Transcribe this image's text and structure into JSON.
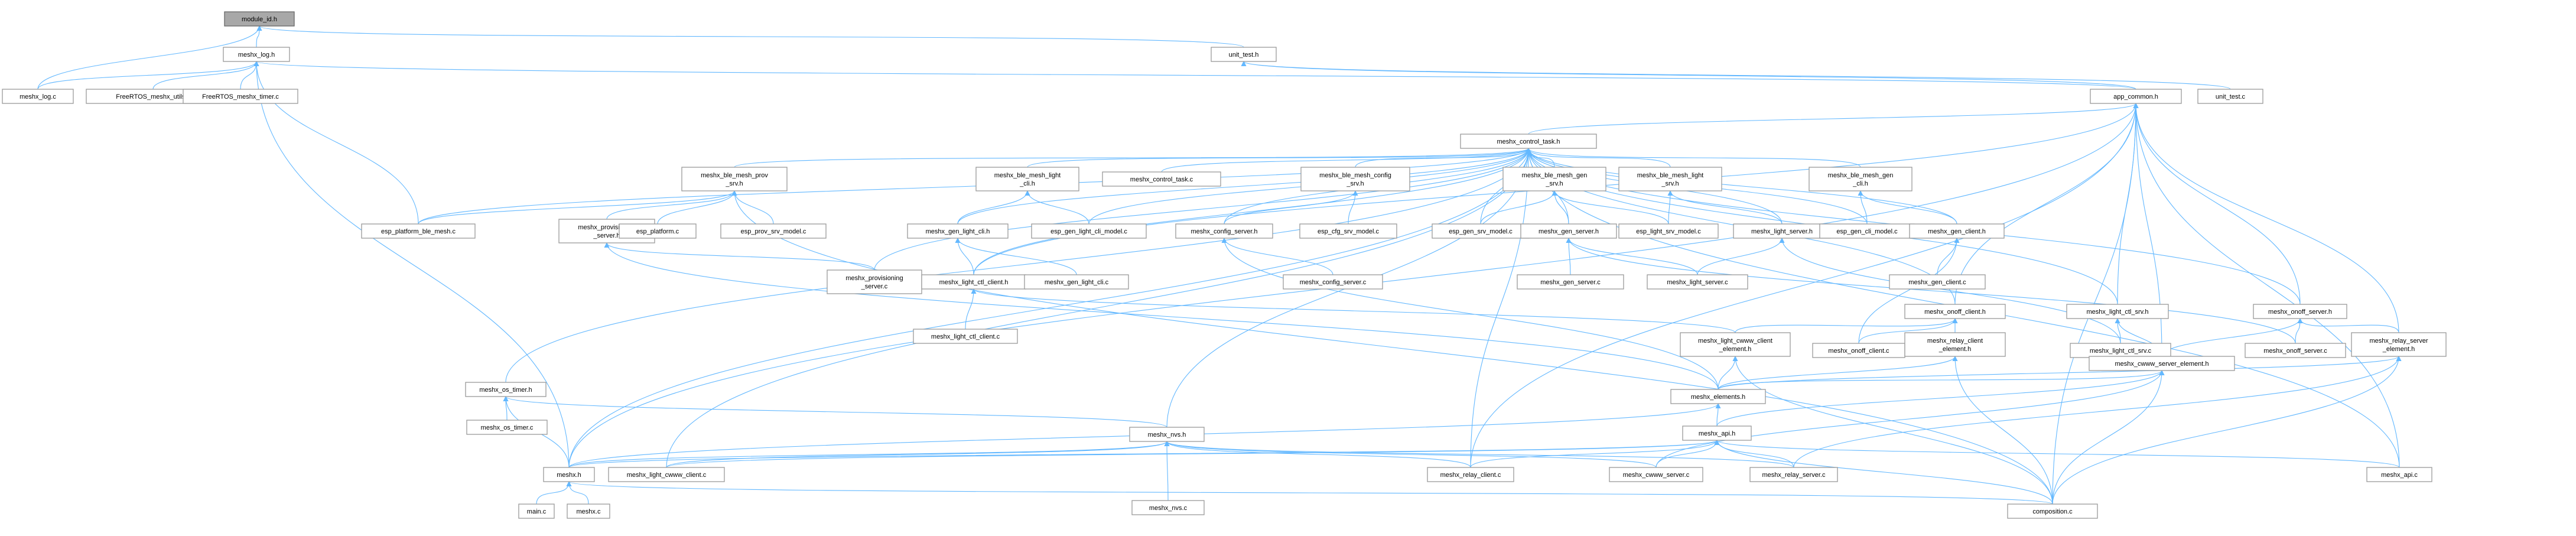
{
  "graph": {
    "kind": "include-dependency-graph",
    "colors": {
      "edge": "#63b8ff",
      "node_border": "#999999",
      "root_fill": "#a8a8a8",
      "node_fill": "#ffffff"
    },
    "root": "n0",
    "nodes": [
      {
        "id": "n0",
        "lines": [
          "module_id.h"
        ]
      },
      {
        "id": "n1",
        "lines": [
          "meshx_log.h"
        ]
      },
      {
        "id": "n2",
        "lines": [
          "unit_test.h"
        ]
      },
      {
        "id": "n3",
        "lines": [
          "meshx_log.c"
        ]
      },
      {
        "id": "n4",
        "lines": [
          "FreeRTOS_meshx_utils.c"
        ]
      },
      {
        "id": "n5",
        "lines": [
          "FreeRTOS_meshx_timer.c"
        ]
      },
      {
        "id": "n6",
        "lines": [
          "app_common.h"
        ]
      },
      {
        "id": "n7",
        "lines": [
          "unit_test.c"
        ]
      },
      {
        "id": "n8",
        "lines": [
          "meshx_control_task.h"
        ]
      },
      {
        "id": "n9",
        "lines": [
          "meshx_ble_mesh_prov",
          "_srv.h"
        ]
      },
      {
        "id": "n10",
        "lines": [
          "meshx_ble_mesh_light",
          "_cli.h"
        ]
      },
      {
        "id": "n11",
        "lines": [
          "meshx_control_task.c"
        ]
      },
      {
        "id": "n12",
        "lines": [
          "meshx_ble_mesh_config",
          "_srv.h"
        ]
      },
      {
        "id": "n13",
        "lines": [
          "meshx_ble_mesh_gen",
          "_srv.h"
        ]
      },
      {
        "id": "n14",
        "lines": [
          "meshx_ble_mesh_light",
          "_srv.h"
        ]
      },
      {
        "id": "n15",
        "lines": [
          "meshx_ble_mesh_gen",
          "_cli.h"
        ]
      },
      {
        "id": "n16",
        "lines": [
          "esp_platform_ble_mesh.c"
        ]
      },
      {
        "id": "n17",
        "lines": [
          "meshx_provisioning",
          "_server.h"
        ]
      },
      {
        "id": "n18",
        "lines": [
          "esp_platform.c"
        ]
      },
      {
        "id": "n19",
        "lines": [
          "esp_prov_srv_model.c"
        ]
      },
      {
        "id": "n20",
        "lines": [
          "meshx_gen_light_cli.h"
        ]
      },
      {
        "id": "n21",
        "lines": [
          "esp_gen_light_cli_model.c"
        ]
      },
      {
        "id": "n22",
        "lines": [
          "meshx_config_server.h"
        ]
      },
      {
        "id": "n23",
        "lines": [
          "esp_cfg_srv_model.c"
        ]
      },
      {
        "id": "n24",
        "lines": [
          "esp_gen_srv_model.c"
        ]
      },
      {
        "id": "n25",
        "lines": [
          "meshx_gen_server.h"
        ]
      },
      {
        "id": "n26",
        "lines": [
          "esp_light_srv_model.c"
        ]
      },
      {
        "id": "n27",
        "lines": [
          "meshx_light_server.h"
        ]
      },
      {
        "id": "n28",
        "lines": [
          "esp_gen_cli_model.c"
        ]
      },
      {
        "id": "n29",
        "lines": [
          "meshx_gen_client.h"
        ]
      },
      {
        "id": "n30",
        "lines": [
          "meshx_provisioning",
          "_server.c"
        ]
      },
      {
        "id": "n31",
        "lines": [
          "meshx_light_ctl_client.h"
        ]
      },
      {
        "id": "n32",
        "lines": [
          "meshx_gen_light_cli.c"
        ]
      },
      {
        "id": "n33",
        "lines": [
          "meshx_config_server.c"
        ]
      },
      {
        "id": "n34",
        "lines": [
          "meshx_gen_server.c"
        ]
      },
      {
        "id": "n35",
        "lines": [
          "meshx_light_server.c"
        ]
      },
      {
        "id": "n36",
        "lines": [
          "meshx_gen_client.c"
        ]
      },
      {
        "id": "n37",
        "lines": [
          "meshx_onoff_client.h"
        ]
      },
      {
        "id": "n38",
        "lines": [
          "meshx_light_ctl_srv.h"
        ]
      },
      {
        "id": "n39",
        "lines": [
          "meshx_onoff_server.h"
        ]
      },
      {
        "id": "n40",
        "lines": [
          "meshx_light_ctl_client.c"
        ]
      },
      {
        "id": "n41",
        "lines": [
          "meshx_light_cwww_client",
          "_element.h"
        ]
      },
      {
        "id": "n42",
        "lines": [
          "meshx_onoff_client.c"
        ]
      },
      {
        "id": "n43",
        "lines": [
          "meshx_relay_client",
          "_element.h"
        ]
      },
      {
        "id": "n44",
        "lines": [
          "meshx_light_ctl_srv.c"
        ]
      },
      {
        "id": "n45",
        "lines": [
          "meshx_cwww_server_element.h"
        ]
      },
      {
        "id": "n46",
        "lines": [
          "meshx_onoff_server.c"
        ]
      },
      {
        "id": "n47",
        "lines": [
          "meshx_relay_server",
          "_element.h"
        ]
      },
      {
        "id": "n48",
        "lines": [
          "meshx_os_timer.h"
        ]
      },
      {
        "id": "n49",
        "lines": [
          "meshx_elements.h"
        ]
      },
      {
        "id": "n50",
        "lines": [
          "meshx_os_timer.c"
        ]
      },
      {
        "id": "n51",
        "lines": [
          "meshx_nvs.h"
        ]
      },
      {
        "id": "n52",
        "lines": [
          "meshx_api.h"
        ]
      },
      {
        "id": "n53",
        "lines": [
          "meshx.h"
        ]
      },
      {
        "id": "n54",
        "lines": [
          "meshx_light_cwww_client.c"
        ]
      },
      {
        "id": "n55",
        "lines": [
          "meshx_nvs.c"
        ]
      },
      {
        "id": "n56",
        "lines": [
          "meshx_relay_client.c"
        ]
      },
      {
        "id": "n57",
        "lines": [
          "meshx_cwww_server.c"
        ]
      },
      {
        "id": "n58",
        "lines": [
          "meshx_relay_server.c"
        ]
      },
      {
        "id": "n59",
        "lines": [
          "meshx_api.c"
        ]
      },
      {
        "id": "n60",
        "lines": [
          "main.c"
        ]
      },
      {
        "id": "n61",
        "lines": [
          "meshx.c"
        ]
      },
      {
        "id": "n62",
        "lines": [
          "composition.c"
        ]
      }
    ],
    "edges": [
      [
        "n0",
        "n1"
      ],
      [
        "n0",
        "n2"
      ],
      [
        "n0",
        "n3"
      ],
      [
        "n1",
        "n3"
      ],
      [
        "n1",
        "n4"
      ],
      [
        "n1",
        "n5"
      ],
      [
        "n1",
        "n6"
      ],
      [
        "n1",
        "n16"
      ],
      [
        "n1",
        "n53"
      ],
      [
        "n2",
        "n6"
      ],
      [
        "n2",
        "n7"
      ],
      [
        "n6",
        "n8"
      ],
      [
        "n6",
        "n39"
      ],
      [
        "n6",
        "n37"
      ],
      [
        "n6",
        "n38"
      ],
      [
        "n6",
        "n31"
      ],
      [
        "n6",
        "n47"
      ],
      [
        "n6",
        "n45"
      ],
      [
        "n6",
        "n56"
      ],
      [
        "n6",
        "n53"
      ],
      [
        "n6",
        "n62"
      ],
      [
        "n6",
        "n59"
      ],
      [
        "n8",
        "n9"
      ],
      [
        "n8",
        "n10"
      ],
      [
        "n8",
        "n11"
      ],
      [
        "n8",
        "n12"
      ],
      [
        "n8",
        "n13"
      ],
      [
        "n8",
        "n14"
      ],
      [
        "n8",
        "n15"
      ],
      [
        "n8",
        "n20"
      ],
      [
        "n8",
        "n22"
      ],
      [
        "n8",
        "n25"
      ],
      [
        "n8",
        "n27"
      ],
      [
        "n8",
        "n29"
      ],
      [
        "n8",
        "n31"
      ],
      [
        "n8",
        "n37"
      ],
      [
        "n8",
        "n38"
      ],
      [
        "n8",
        "n39"
      ],
      [
        "n8",
        "n48"
      ],
      [
        "n8",
        "n51"
      ],
      [
        "n8",
        "n53"
      ],
      [
        "n8",
        "n54"
      ],
      [
        "n8",
        "n30"
      ],
      [
        "n8",
        "n16"
      ],
      [
        "n8",
        "n21"
      ],
      [
        "n8",
        "n24"
      ],
      [
        "n8",
        "n28"
      ],
      [
        "n8",
        "n56"
      ],
      [
        "n8",
        "n59"
      ],
      [
        "n9",
        "n16"
      ],
      [
        "n9",
        "n17"
      ],
      [
        "n9",
        "n18"
      ],
      [
        "n9",
        "n19"
      ],
      [
        "n9",
        "n62"
      ],
      [
        "n10",
        "n20"
      ],
      [
        "n10",
        "n21"
      ],
      [
        "n12",
        "n22"
      ],
      [
        "n12",
        "n23"
      ],
      [
        "n13",
        "n24"
      ],
      [
        "n13",
        "n25"
      ],
      [
        "n13",
        "n26"
      ],
      [
        "n14",
        "n26"
      ],
      [
        "n14",
        "n27"
      ],
      [
        "n15",
        "n28"
      ],
      [
        "n15",
        "n29"
      ],
      [
        "n17",
        "n30"
      ],
      [
        "n17",
        "n49"
      ],
      [
        "n20",
        "n31"
      ],
      [
        "n20",
        "n32"
      ],
      [
        "n22",
        "n33"
      ],
      [
        "n22",
        "n49"
      ],
      [
        "n25",
        "n34"
      ],
      [
        "n25",
        "n35"
      ],
      [
        "n25",
        "n46"
      ],
      [
        "n27",
        "n35"
      ],
      [
        "n27",
        "n44"
      ],
      [
        "n29",
        "n36"
      ],
      [
        "n29",
        "n42"
      ],
      [
        "n31",
        "n40"
      ],
      [
        "n31",
        "n41"
      ],
      [
        "n37",
        "n41"
      ],
      [
        "n37",
        "n42"
      ],
      [
        "n37",
        "n43"
      ],
      [
        "n38",
        "n44"
      ],
      [
        "n38",
        "n45"
      ],
      [
        "n39",
        "n45"
      ],
      [
        "n39",
        "n46"
      ],
      [
        "n39",
        "n47"
      ],
      [
        "n41",
        "n49"
      ],
      [
        "n41",
        "n62"
      ],
      [
        "n43",
        "n49"
      ],
      [
        "n43",
        "n62"
      ],
      [
        "n45",
        "n49"
      ],
      [
        "n45",
        "n52"
      ],
      [
        "n45",
        "n57"
      ],
      [
        "n45",
        "n62"
      ],
      [
        "n47",
        "n49"
      ],
      [
        "n47",
        "n58"
      ],
      [
        "n47",
        "n62"
      ],
      [
        "n48",
        "n50"
      ],
      [
        "n48",
        "n51"
      ],
      [
        "n48",
        "n53"
      ],
      [
        "n49",
        "n52"
      ],
      [
        "n49",
        "n53"
      ],
      [
        "n51",
        "n53"
      ],
      [
        "n51",
        "n54"
      ],
      [
        "n51",
        "n55"
      ],
      [
        "n51",
        "n56"
      ],
      [
        "n51",
        "n57"
      ],
      [
        "n51",
        "n58"
      ],
      [
        "n52",
        "n53"
      ],
      [
        "n52",
        "n54"
      ],
      [
        "n52",
        "n56"
      ],
      [
        "n52",
        "n57"
      ],
      [
        "n52",
        "n58"
      ],
      [
        "n52",
        "n59"
      ],
      [
        "n52",
        "n62"
      ],
      [
        "n53",
        "n60"
      ],
      [
        "n53",
        "n61"
      ],
      [
        "n53",
        "n62"
      ]
    ]
  }
}
